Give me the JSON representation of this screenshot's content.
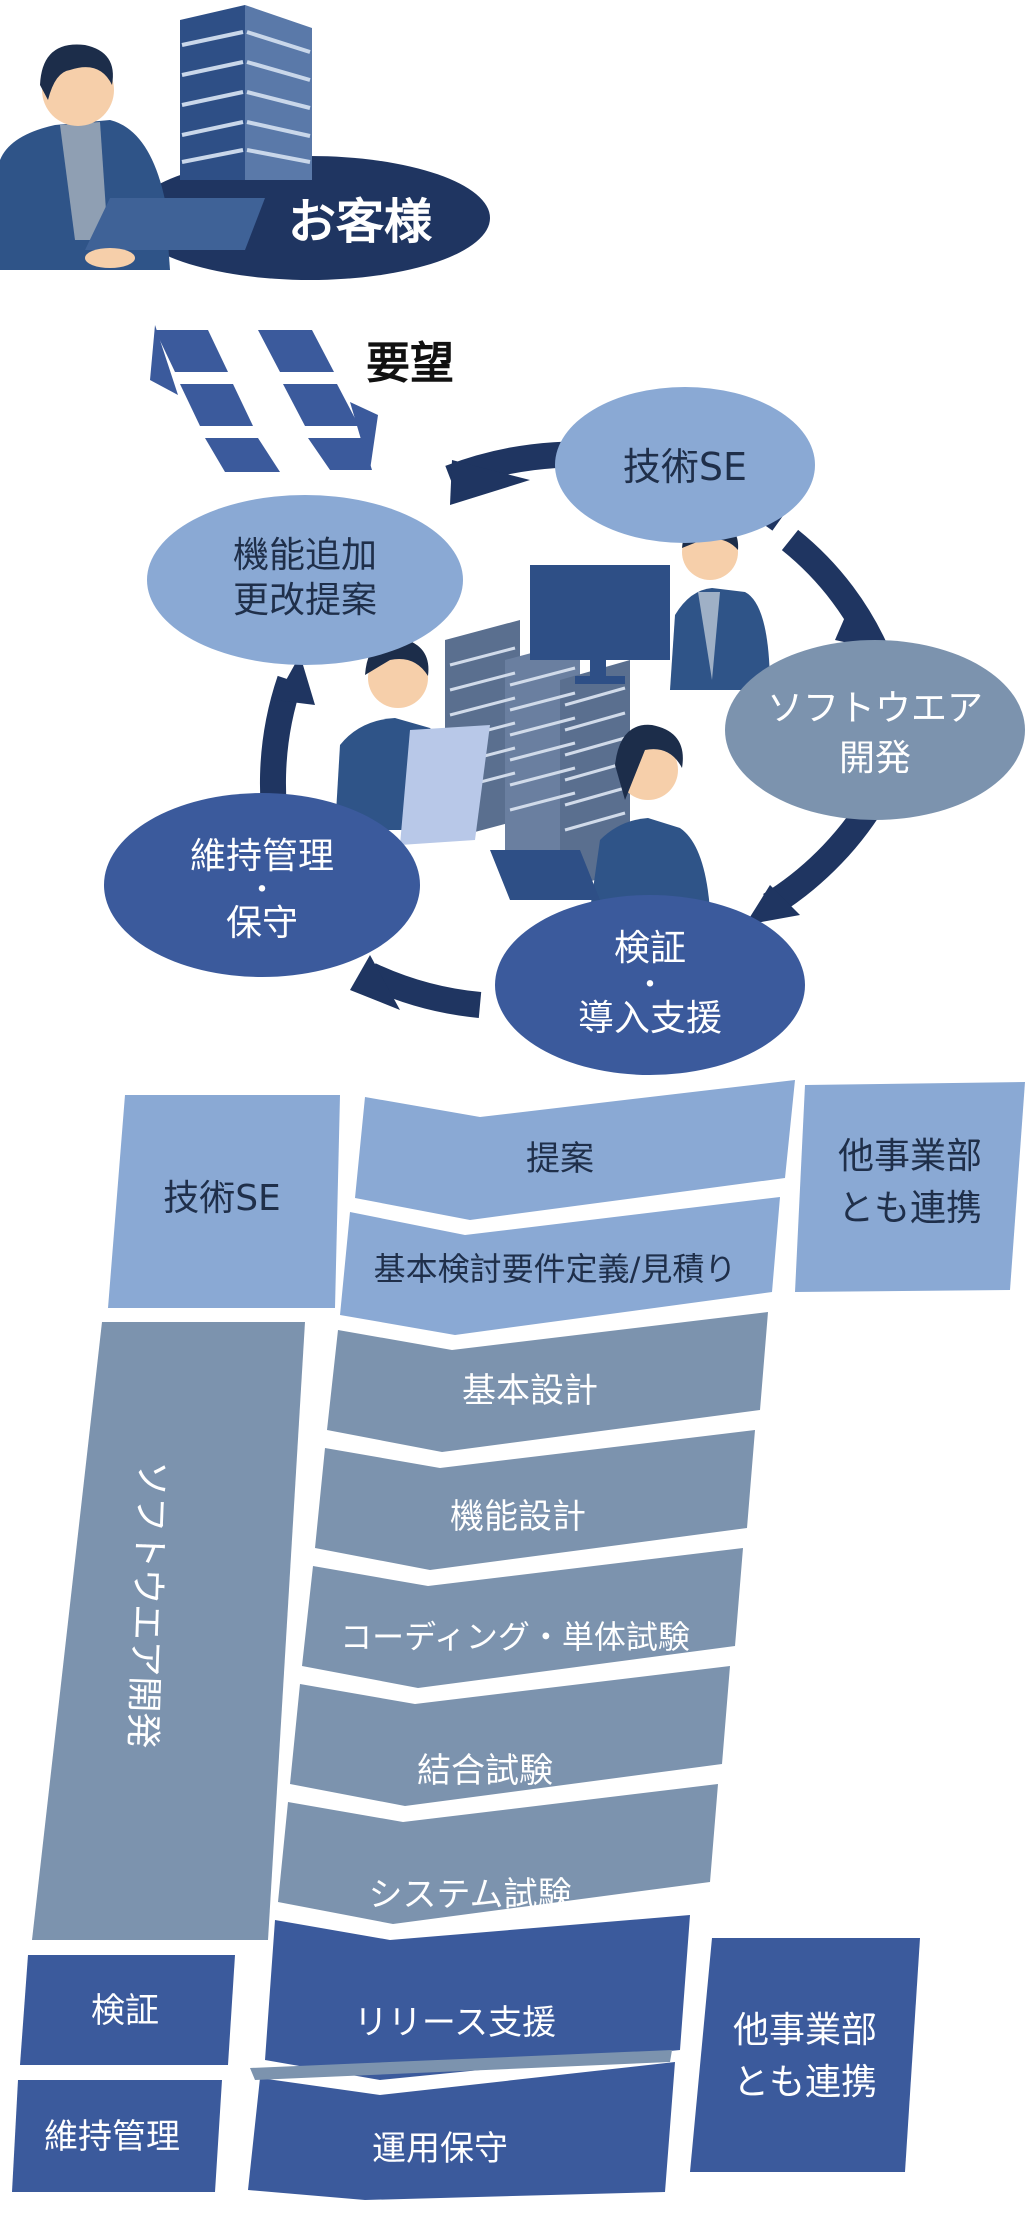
{
  "cycle": {
    "customer_label": "お客様",
    "request_label": "要望",
    "tech_se": "技術SE",
    "software_dev": [
      "ソフトウエア",
      "開発"
    ],
    "verification": [
      "検証",
      "・",
      "導入支援"
    ],
    "maintenance": [
      "維持管理",
      "・",
      "保守"
    ],
    "proposal": [
      "機能追加",
      "更改提案"
    ]
  },
  "process": {
    "roles": {
      "tech_se": "技術SE",
      "software_dev": "ソフトウエア開発",
      "verification": "検証",
      "maintenance": "維持管理"
    },
    "steps": [
      "提案",
      "基本検討要件定義/見積り",
      "基本設計",
      "機能設計",
      "コーディング・単体試験",
      "結合試験",
      "システム試験",
      "リリース支援",
      "運用保守"
    ],
    "collab_top": [
      "他事業部",
      "とも連携"
    ],
    "collab_bottom": [
      "他事業部",
      "とも連携"
    ]
  },
  "colors": {
    "navy": "#1f3561",
    "dark_blue": "#3b5a9c",
    "mid_blue": "#8aa9d4",
    "slate": "#7c93ae",
    "steel": "#7289a5"
  }
}
